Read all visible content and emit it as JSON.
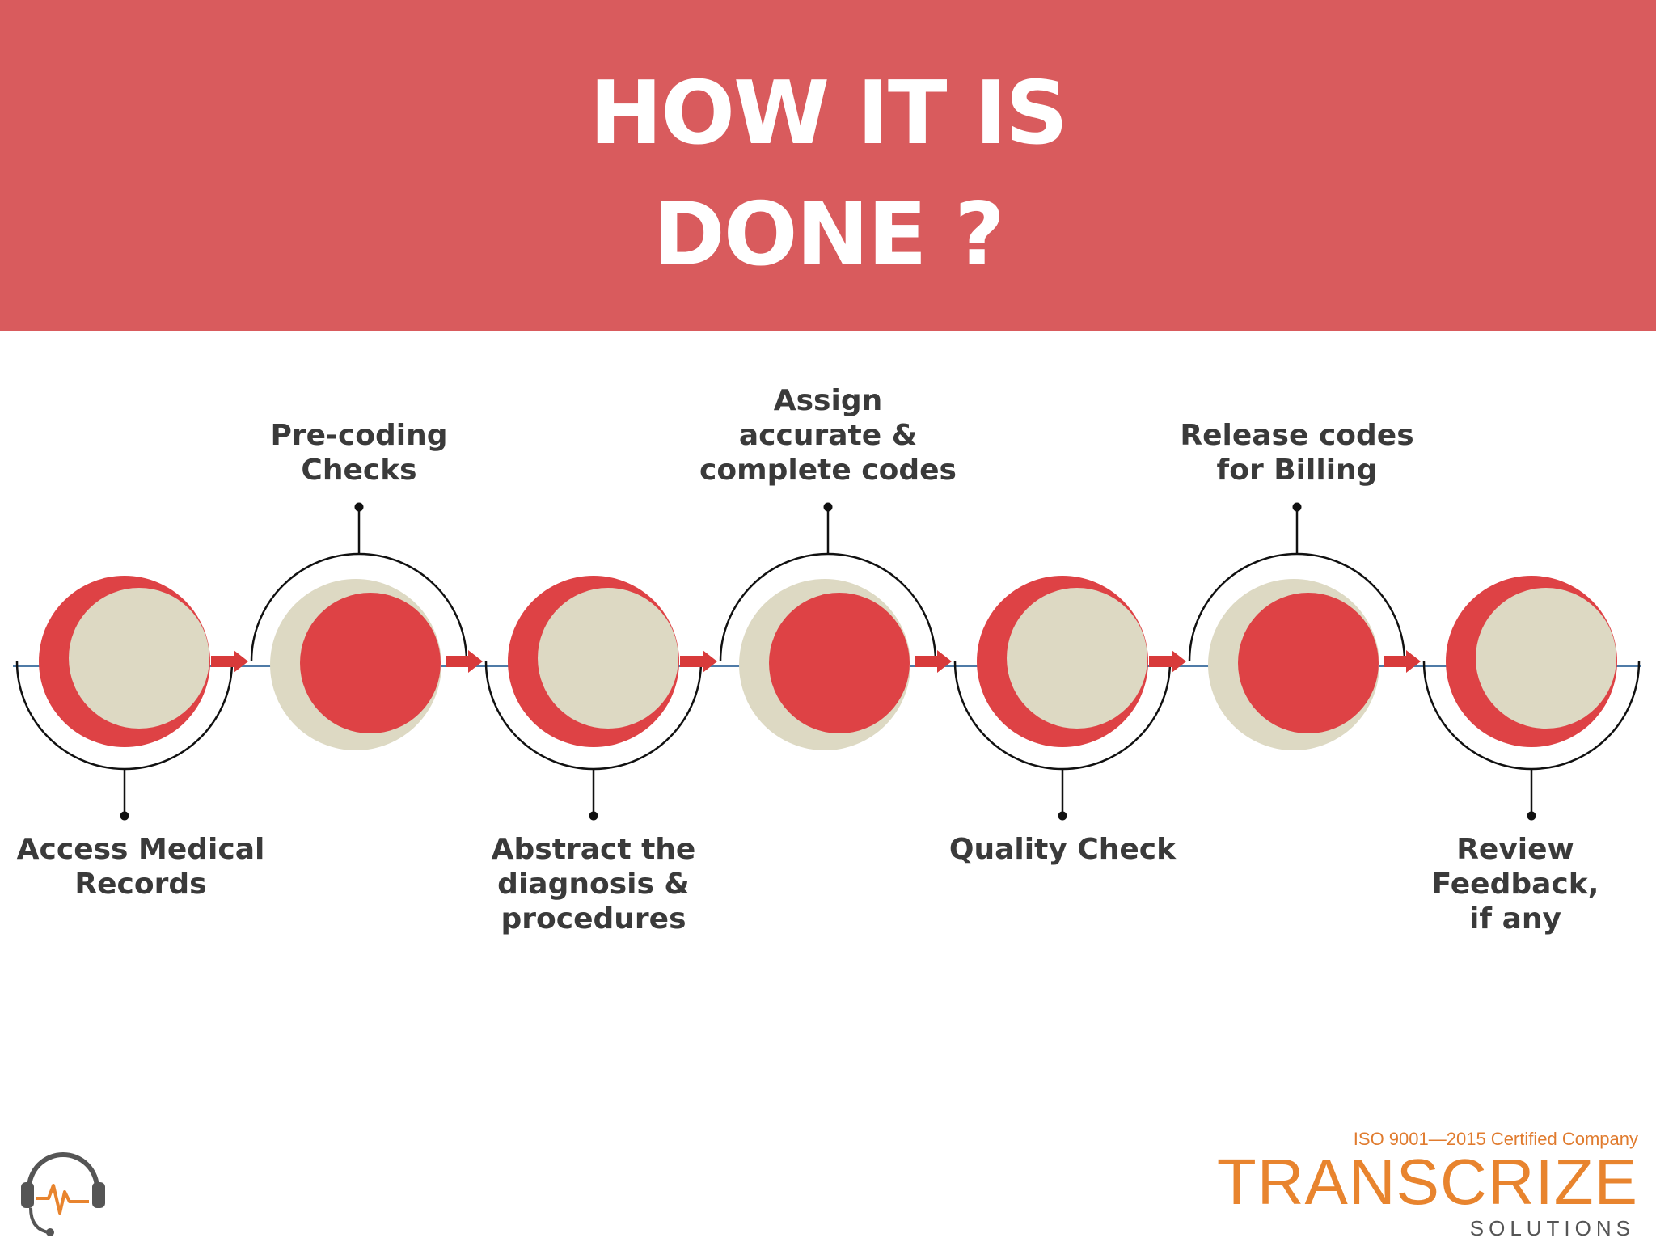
{
  "banner": {
    "title_line1": "HOW IT IS",
    "title_line2": "DONE ?",
    "color": "#D95B5D"
  },
  "colors": {
    "red": "#DE4245",
    "beige": "#DDD9C3",
    "connector": "#4F7BA7",
    "arrow": "#D83A3A",
    "text": "#3A3A3A",
    "brand_orange": "#E8842E"
  },
  "steps": [
    {
      "lines": [
        "Access Medical",
        "Records"
      ],
      "style": "red-outer",
      "label_side": "bottom"
    },
    {
      "lines": [
        "Pre-coding",
        "Checks"
      ],
      "style": "beige-outer",
      "label_side": "top"
    },
    {
      "lines": [
        "Abstract the",
        "diagnosis &",
        "procedures"
      ],
      "style": "red-outer",
      "label_side": "bottom"
    },
    {
      "lines": [
        "Assign",
        "accurate &",
        "complete codes"
      ],
      "style": "beige-outer",
      "label_side": "top"
    },
    {
      "lines": [
        "Quality Check"
      ],
      "style": "red-outer",
      "label_side": "bottom"
    },
    {
      "lines": [
        "Release codes",
        "for Billing"
      ],
      "style": "beige-outer",
      "label_side": "top"
    },
    {
      "lines": [
        "Review",
        "Feedback,",
        "if any"
      ],
      "style": "red-outer",
      "label_side": "bottom"
    }
  ],
  "brand": {
    "certification": "ISO 9001—2015 Certified Company",
    "name": "TRANSCRIZE",
    "tagline": "SOLUTIONS"
  },
  "icons": {
    "logo": "headset-heartbeat-icon"
  }
}
